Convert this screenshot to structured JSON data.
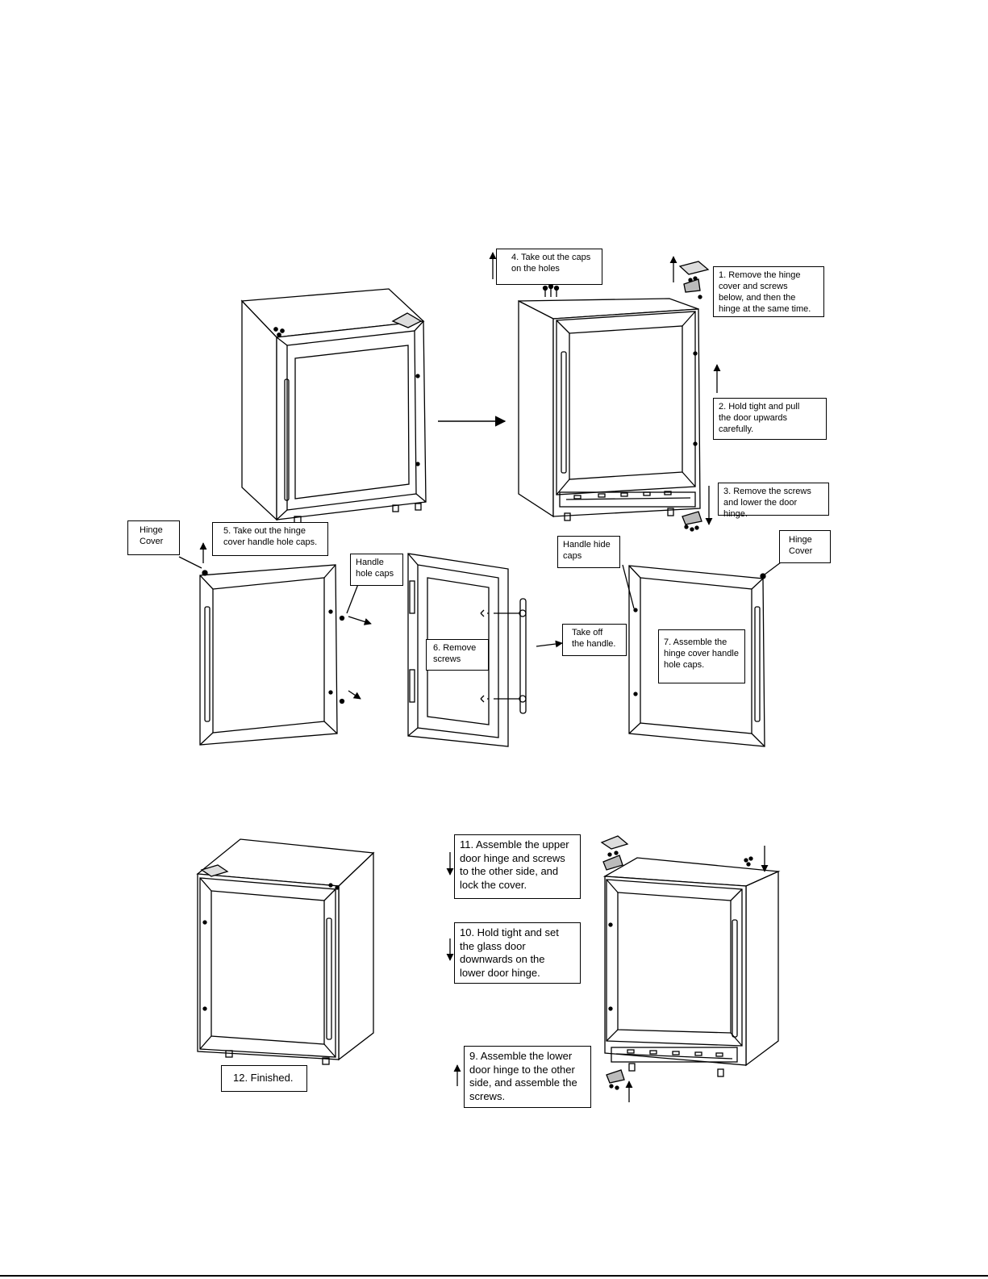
{
  "callouts": {
    "step1": "1. Remove the hinge\ncover and screws\nbelow, and then the\nhinge at the same time.",
    "step2": "2. Hold tight and pull\nthe door upwards\ncarefully.",
    "step3": "3. Remove the screws\nand lower the door hinge.",
    "step4": "4. Take out the caps\non the holes",
    "step5": "5. Take out the hinge\ncover handle hole caps.",
    "step6": "6. Remove\nscrews",
    "step7": "7. Assemble the\nhinge cover handle\nhole caps.",
    "step9": "9. Assemble the lower\ndoor hinge to the other\nside, and assemble the\nscrews.",
    "step10": "10. Hold tight and set\nthe glass door\ndownwards on the\nlower door hinge.",
    "step11": "11. Assemble the upper\ndoor hinge and screws\nto the other side, and\nlock the cover.",
    "step12": "12. Finished.",
    "hinge_cover_left": "Hinge\nCover",
    "hinge_cover_right": "Hinge\nCover",
    "handle_hole_caps": "Handle\nhole caps",
    "handle_hide_caps": "Handle hide\ncaps",
    "take_off_handle": "Take off\nthe handle."
  }
}
